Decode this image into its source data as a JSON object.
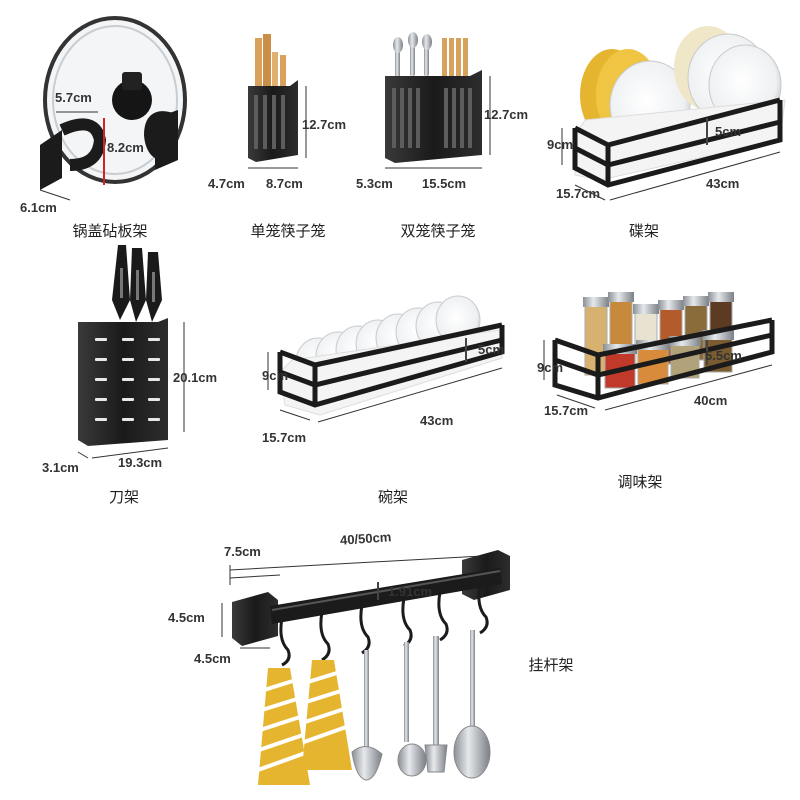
{
  "items": [
    {
      "label": "锅盖砧板架",
      "dims": [
        "5.7cm",
        "8.2cm",
        "6.1cm"
      ]
    },
    {
      "label": "单笼筷子笼",
      "dims": [
        "12.7cm",
        "4.7cm",
        "8.7cm"
      ]
    },
    {
      "label": "双笼筷子笼",
      "dims": [
        "12.7cm",
        "5.3cm",
        "15.5cm"
      ]
    },
    {
      "label": "碟架",
      "dims": [
        "9cm",
        "5cm",
        "15.7cm",
        "43cm"
      ]
    },
    {
      "label": "刀架",
      "dims": [
        "20.1cm",
        "3.1cm",
        "19.3cm"
      ]
    },
    {
      "label": "碗架",
      "dims": [
        "9cm",
        "5cm",
        "15.7cm",
        "43cm"
      ]
    },
    {
      "label": "调味架",
      "dims": [
        "9cm",
        "5.5cm",
        "15.7cm",
        "40cm"
      ]
    },
    {
      "label": "挂杆架",
      "dims": [
        "7.5cm",
        "40/50cm",
        "1.91cm",
        "4.5cm",
        "4.5cm"
      ]
    }
  ],
  "colors": {
    "metal_black": "#1e1e1e",
    "gold": "#e6b530",
    "red_marker": "#d22222",
    "wood": "#d9a25c"
  }
}
